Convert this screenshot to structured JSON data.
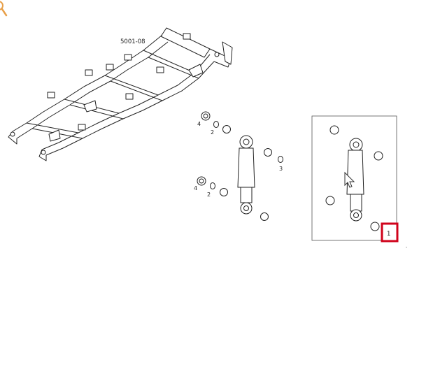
{
  "diagram": {
    "frame_ref": "5001-08",
    "callouts": {
      "upper_nut": "4",
      "upper_washer": "2",
      "right_washer": "3",
      "lower_nut": "4",
      "lower_washer": "2",
      "selected_part": "1"
    }
  },
  "colors": {
    "highlight": "#d0021b",
    "zoom_icon": "#e8a04a",
    "line": "#222222"
  },
  "icons": {
    "zoom": "magnifier-icon",
    "cursor": "arrow-cursor-icon"
  }
}
